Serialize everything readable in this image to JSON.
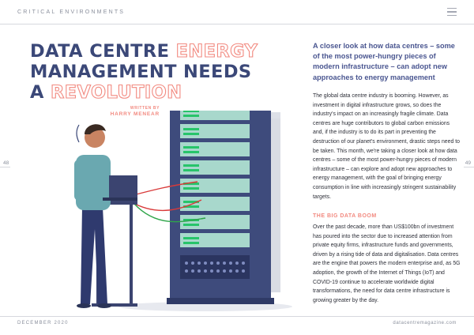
{
  "header": {
    "section": "CRITICAL ENVIRONMENTS"
  },
  "icons": {
    "menu": "hamburger-menu-icon"
  },
  "title": {
    "line1_a": "DATA CENTRE ",
    "line1_b": "ENERGY",
    "line2": "MANAGEMENT NEEDS",
    "line3_a": "A ",
    "line3_b": "REVOLUTION"
  },
  "credit": {
    "label": "WRITTEN BY",
    "author": "HARRY MENEAR"
  },
  "standfirst": "A closer look at how data centres – some of the most power-hungry pieces of modern infrastructure – can adopt new approaches to energy management",
  "body_intro": "The global data centre industry is booming. However, as investment in digital infrastructure grows, so does the industry's impact on an increasingly fragile climate. Data centres are huge contributors to global carbon emissions and, if the industry is to do its part in preventing the destruction of our planet's environment, drastic steps need to be taken. This month, we're taking a closer look at how data centres – some of the most power-hungry pieces of modern infrastructure – can explore and adopt new approaches to energy management, with the goal of bringing energy consumption in line with increasingly stringent sustainability targets.",
  "subheading": "THE BIG DATA BOOM",
  "body_boom": "Over the past decade, more than US$100bn of investment has poured into the sector due to increased attention from private equity firms, infrastructure funds and governments, driven by a rising tide of data and digitalisation. Data centres are the engine that powers the modern enterprise and, as 5G adoption, the growth of the Internet of Things (IoT) and COVID-19 continue to accelerate worldwide digital transformations, the need for data centre infrastructure is growing greater by the day.",
  "page_numbers": {
    "left": "48",
    "right": "49"
  },
  "footer": {
    "left": "DECEMBER 2020",
    "right": "datacentremagazine.com"
  },
  "colors": {
    "accent": "#f28a80",
    "navy": "#3b4878",
    "standfirst": "#4a5690",
    "rack": "#3e4b7c",
    "server_face": "#a8d8cc",
    "led": "#27c46a"
  }
}
